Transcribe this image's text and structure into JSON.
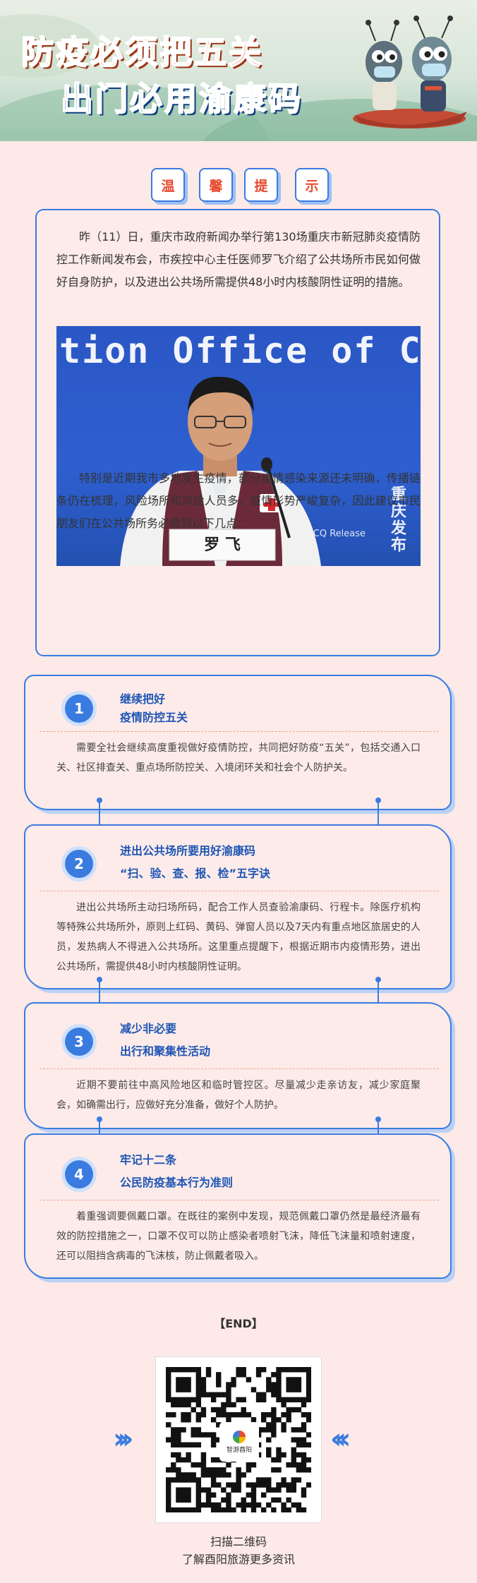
{
  "banner": {
    "title_line1": "防疫必须把五关",
    "title_line2": "出门必用渝康码"
  },
  "tips": [
    "温",
    "馨",
    "提",
    "示"
  ],
  "intro": {
    "paragraph1": "昨（11）日，重庆市政府新闻办举行第130场重庆市新冠肺炎疫情防控工作新闻发布会，市疾控中心主任医师罗飞介绍了公共场所市民如何做好自身防护，以及进出公共场所需提供48小时内核酸阴性证明的措施。",
    "photo_sign": "tion Office of Ch",
    "photo_watermark": "重庆发布",
    "photo_watermark_small": "CQ Release",
    "nameplate": "罗 飞",
    "paragraph2": "特别是近期我市多地发生疫情，部分疫情感染来源还未明确，传播链条仍在梳理，风险场所和风险人员多，疫情形势严峻复杂，因此建议市民朋友们在公共场所务必做到以下几点："
  },
  "cards": [
    {
      "number": "1",
      "title_line1": "继续把好",
      "title_line2": "疫情防控五关",
      "body": "需要全社会继续高度重视做好疫情防控，共同把好防疫“五关”，包括交通入口关、社区排查关、重点场所防控关、入境闭环关和社会个人防护关。"
    },
    {
      "number": "2",
      "title_line1": "进出公共场所要用好渝康码",
      "title_line2": "“扫、验、查、报、检”五字诀",
      "body": "进出公共场所主动扫场所码，配合工作人员查验渝康码、行程卡。除医疗机构等特殊公共场所外，原则上红码、黄码、弹窗人员以及7天内有重点地区旅居史的人员，发热病人不得进入公共场所。这里重点提醒下，根据近期市内疫情形势，进出公共场所，需提供48小时内核酸阴性证明。"
    },
    {
      "number": "3",
      "title_line1": "减少非必要",
      "title_line2": "出行和聚集性活动",
      "body": "近期不要前往中高风险地区和临时管控区。尽量减少走亲访友，减少家庭聚会，如确需出行，应做好充分准备，做好个人防护。"
    },
    {
      "number": "4",
      "title_line1": "牢记十二条",
      "title_line2": "公民防疫基本行为准则",
      "body": "着重强调要佩戴口罩。在既往的案例中发现，规范佩戴口罩仍然是最经济最有效的防控措施之一，口罩不仅可以防止感染者喷射飞沫，降低飞沫量和喷射速度，还可以阻挡含病毒的飞沫核，防止佩戴者吸入。"
    }
  ],
  "footer": {
    "end_label": "【END】",
    "qr_logo_text": "智游酉阳",
    "scan_line1": "扫描二维码",
    "scan_line2": "了解酉阳旅游更多资讯"
  },
  "colors": {
    "background": "#fde9e7",
    "accent_blue": "#3a7be0",
    "accent_red": "#e84a2f"
  }
}
